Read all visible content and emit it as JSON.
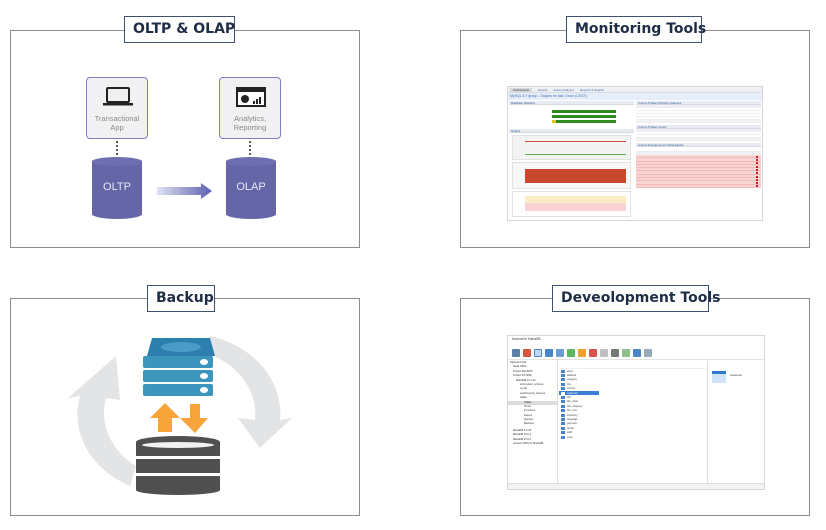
{
  "panels": {
    "oltp_olap": {
      "title": "OLTP & OLAP",
      "transactional_app": "Transactional App",
      "analytics": "Analytics, Reporting",
      "oltp_db": "OLTP",
      "olap_db": "OLAP",
      "colors": {
        "db": "#6466a8",
        "box_border": "#7c7fc4"
      }
    },
    "monitoring": {
      "title": "Monitoring Tools",
      "nav": [
        "Dashboards",
        "Events",
        "Query Analyzer",
        "Reports & Graphs"
      ],
      "breadcrumb": "MySQL 5.7 group - Graphs for last 1 hour (CEST)",
      "sections": {
        "db_stats": "Database Statistics",
        "graphs": "Graphs",
        "instances": "Current Problem MySQL Instances",
        "hosts": "Current Problem Hosts",
        "events": "Current Emergency & Critical Events"
      }
    },
    "backup": {
      "title": "Backup"
    },
    "dev_tools": {
      "title": "Deveolopment Tools",
      "window_title": "Navicat for MariaDB",
      "tree": [
        "Navicat Cloud",
        "Head Office",
        "Project MH-9870",
        "Project DT-0052",
        "MariaDB 10.1.22",
        "information_schema",
        "mysql",
        "performance_schema",
        "sakila",
        "Tables",
        "Views",
        "Functions",
        "Events",
        "Queries",
        "Backups",
        "MariaDB 5.5.49",
        "MariaDB 10.0.4",
        "MariaDB 10.2.0",
        "Amazon RDS for MariaDB"
      ],
      "tables": [
        "actor",
        "address",
        "category",
        "city",
        "country",
        "customer",
        "film",
        "film_actor",
        "film_category",
        "film_text",
        "inventory",
        "language",
        "payment",
        "rental",
        "staff",
        "store"
      ],
      "selected_table": "customer"
    }
  }
}
